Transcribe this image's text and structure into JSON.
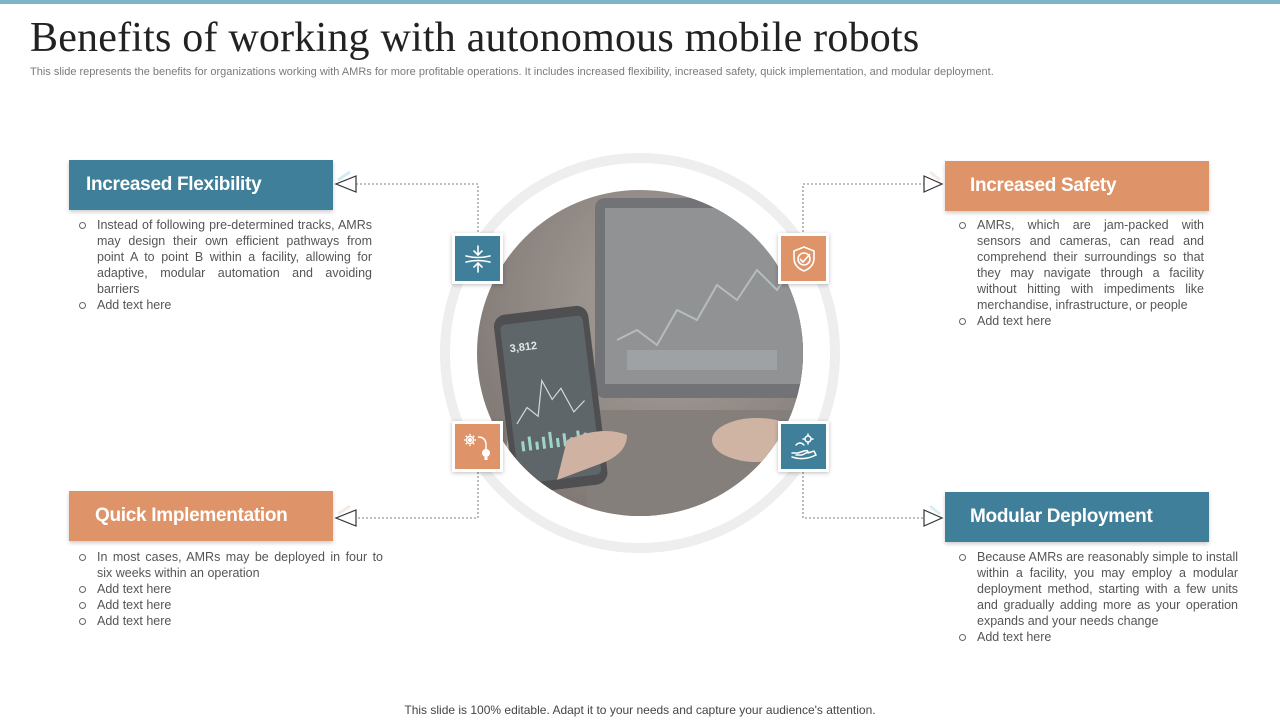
{
  "slide": {
    "title": "Benefits of working with autonomous mobile robots",
    "subtitle": "This slide represents the benefits for organizations working with AMRs for more profitable operations. It includes increased flexibility, increased safety, quick implementation, and modular deployment.",
    "footer": "This slide is 100% editable. Adapt it to your needs and capture your audience's attention."
  },
  "colors": {
    "teal": "#3f7f99",
    "orange": "#de9468"
  },
  "center_image": {
    "phone_value": "3,812"
  },
  "icons": {
    "top_left": "compress-arrows-icon",
    "top_right": "shield-check-icon",
    "bottom_left": "gears-lightbulb-icon",
    "bottom_right": "hand-gear-icon"
  },
  "cards": {
    "flexibility": {
      "title": "Increased Flexibility",
      "items": [
        "Instead of following pre-determined tracks, AMRs may design their own efficient pathways from point A to point B within a facility, allowing for adaptive, modular automation and avoiding barriers",
        "Add text here"
      ]
    },
    "safety": {
      "title": "Increased Safety",
      "items": [
        "AMRs, which are jam-packed with sensors and cameras, can read and comprehend their surroundings so that they may navigate through a facility without hitting with impediments like merchandise, infrastructure, or people",
        "Add text here"
      ]
    },
    "quick": {
      "title": "Quick Implementation",
      "items": [
        "In most cases, AMRs may be deployed in four to six weeks within an operation",
        "Add text here",
        "Add text here",
        "Add text here"
      ]
    },
    "modular": {
      "title": "Modular Deployment",
      "items": [
        "Because AMRs are reasonably simple to install within a facility, you may employ a modular deployment method, starting with a few units and gradually adding more as your operation expands and your needs change",
        "Add text here"
      ]
    }
  }
}
